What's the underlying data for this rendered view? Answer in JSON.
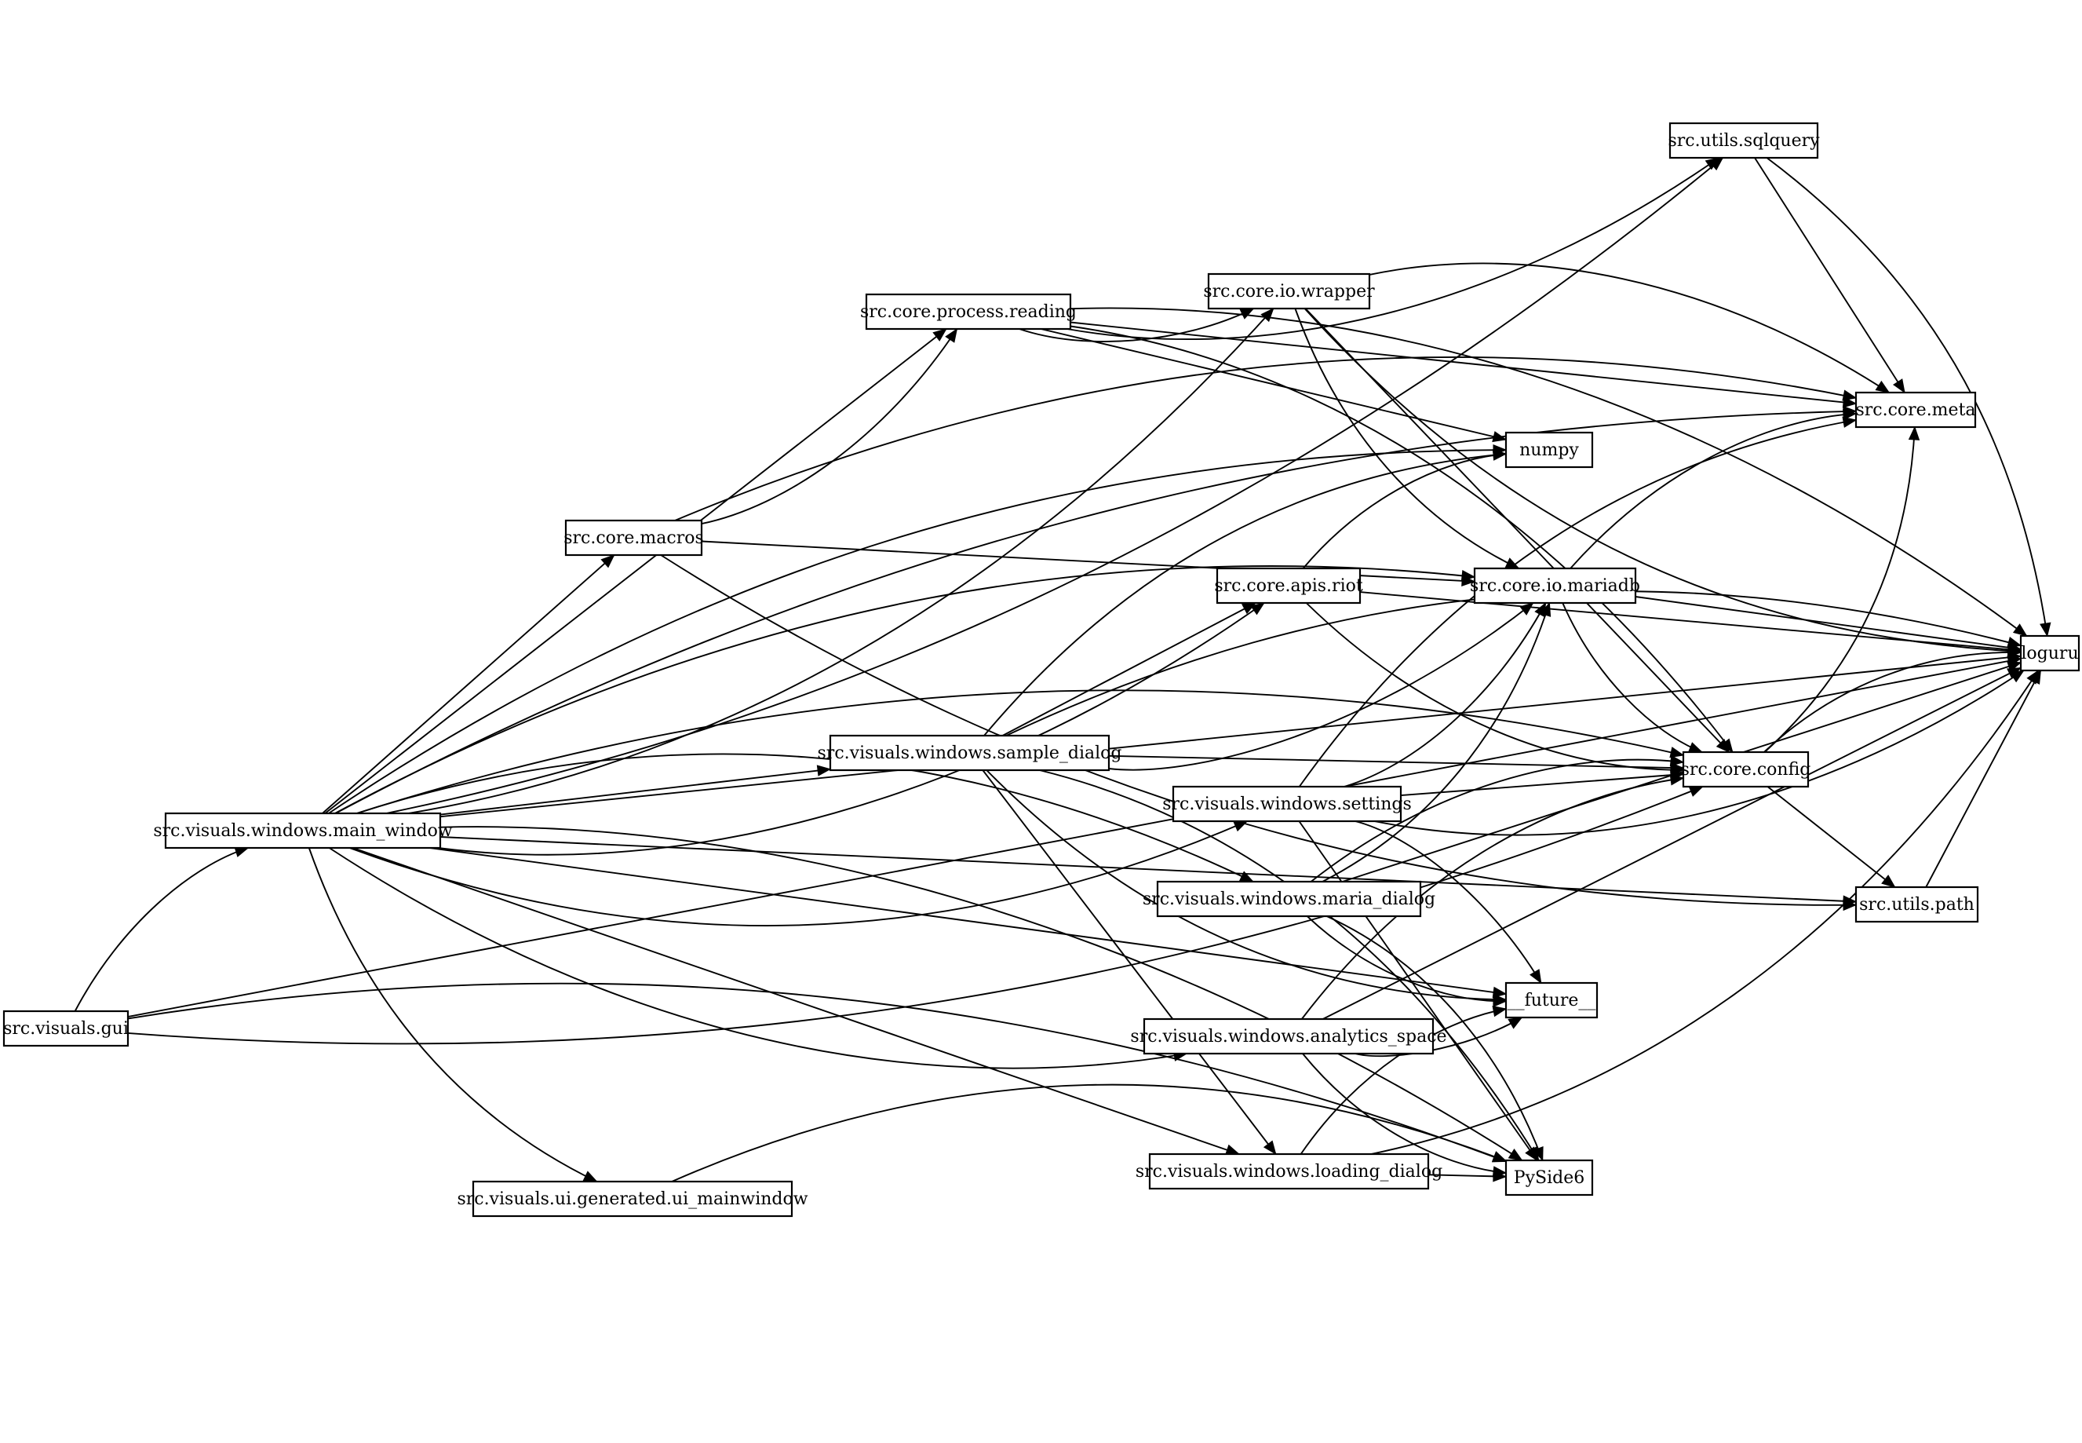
{
  "diagram": {
    "type": "directed-graph",
    "colors": {
      "background": "#ffffff",
      "stroke": "#000000",
      "text": "#000000"
    },
    "nodes": [
      {
        "id": "gui",
        "label": "src.visuals.gui"
      },
      {
        "id": "main_window",
        "label": "src.visuals.windows.main_window"
      },
      {
        "id": "process_reading",
        "label": "src.core.process.reading"
      },
      {
        "id": "io_wrapper",
        "label": "src.core.io.wrapper"
      },
      {
        "id": "sqlquery",
        "label": "src.utils.sqlquery"
      },
      {
        "id": "meta",
        "label": "src.core.meta"
      },
      {
        "id": "numpy",
        "label": "numpy"
      },
      {
        "id": "macros",
        "label": "src.core.macros"
      },
      {
        "id": "apis_riot",
        "label": "src.core.apis.riot"
      },
      {
        "id": "mariadb",
        "label": "src.core.io.mariadb"
      },
      {
        "id": "loguru",
        "label": "loguru"
      },
      {
        "id": "sample_dialog",
        "label": "src.visuals.windows.sample_dialog"
      },
      {
        "id": "config",
        "label": "src.core.config"
      },
      {
        "id": "settings",
        "label": "src.visuals.windows.settings"
      },
      {
        "id": "maria_dialog",
        "label": "src.visuals.windows.maria_dialog"
      },
      {
        "id": "utils_path",
        "label": "src.utils.path"
      },
      {
        "id": "future",
        "label": "__future__"
      },
      {
        "id": "analytics_space",
        "label": "src.visuals.windows.analytics_space"
      },
      {
        "id": "loading_dialog",
        "label": "src.visuals.windows.loading_dialog"
      },
      {
        "id": "pyside6",
        "label": "PySide6"
      },
      {
        "id": "ui_mainwindow",
        "label": "src.visuals.ui.generated.ui_mainwindow"
      }
    ],
    "edges": [
      {
        "from": "gui",
        "to": "main_window"
      },
      {
        "from": "gui",
        "to": "loguru"
      },
      {
        "from": "gui",
        "to": "config"
      },
      {
        "from": "gui",
        "to": "pyside6"
      },
      {
        "from": "main_window",
        "to": "loguru"
      },
      {
        "from": "main_window",
        "to": "sqlquery"
      },
      {
        "from": "main_window",
        "to": "meta"
      },
      {
        "from": "main_window",
        "to": "process_reading"
      },
      {
        "from": "main_window",
        "to": "io_wrapper"
      },
      {
        "from": "main_window",
        "to": "numpy"
      },
      {
        "from": "main_window",
        "to": "macros"
      },
      {
        "from": "main_window",
        "to": "apis_riot"
      },
      {
        "from": "main_window",
        "to": "mariadb"
      },
      {
        "from": "main_window",
        "to": "sample_dialog"
      },
      {
        "from": "main_window",
        "to": "settings"
      },
      {
        "from": "main_window",
        "to": "maria_dialog"
      },
      {
        "from": "main_window",
        "to": "future"
      },
      {
        "from": "main_window",
        "to": "analytics_space"
      },
      {
        "from": "main_window",
        "to": "config"
      },
      {
        "from": "main_window",
        "to": "loading_dialog"
      },
      {
        "from": "main_window",
        "to": "ui_mainwindow"
      },
      {
        "from": "main_window",
        "to": "pyside6"
      },
      {
        "from": "main_window",
        "to": "utils_path"
      },
      {
        "from": "process_reading",
        "to": "sqlquery"
      },
      {
        "from": "process_reading",
        "to": "loguru"
      },
      {
        "from": "process_reading",
        "to": "meta"
      },
      {
        "from": "process_reading",
        "to": "io_wrapper"
      },
      {
        "from": "process_reading",
        "to": "config"
      },
      {
        "from": "process_reading",
        "to": "numpy"
      },
      {
        "from": "io_wrapper",
        "to": "loguru"
      },
      {
        "from": "io_wrapper",
        "to": "meta"
      },
      {
        "from": "io_wrapper",
        "to": "config"
      },
      {
        "from": "io_wrapper",
        "to": "mariadb"
      },
      {
        "from": "sqlquery",
        "to": "loguru"
      },
      {
        "from": "sqlquery",
        "to": "meta"
      },
      {
        "from": "macros",
        "to": "process_reading"
      },
      {
        "from": "macros",
        "to": "meta"
      },
      {
        "from": "macros",
        "to": "mariadb"
      },
      {
        "from": "macros",
        "to": "utils_path"
      },
      {
        "from": "apis_riot",
        "to": "numpy"
      },
      {
        "from": "apis_riot",
        "to": "loguru"
      },
      {
        "from": "apis_riot",
        "to": "config"
      },
      {
        "from": "mariadb",
        "to": "meta"
      },
      {
        "from": "mariadb",
        "to": "loguru"
      },
      {
        "from": "mariadb",
        "to": "config"
      },
      {
        "from": "sample_dialog",
        "to": "numpy"
      },
      {
        "from": "sample_dialog",
        "to": "apis_riot"
      },
      {
        "from": "sample_dialog",
        "to": "mariadb"
      },
      {
        "from": "sample_dialog",
        "to": "loguru"
      },
      {
        "from": "sample_dialog",
        "to": "config"
      },
      {
        "from": "sample_dialog",
        "to": "future"
      },
      {
        "from": "sample_dialog",
        "to": "pyside6"
      },
      {
        "from": "sample_dialog",
        "to": "loading_dialog"
      },
      {
        "from": "config",
        "to": "meta"
      },
      {
        "from": "config",
        "to": "loguru"
      },
      {
        "from": "config",
        "to": "utils_path"
      },
      {
        "from": "settings",
        "to": "mariadb"
      },
      {
        "from": "settings",
        "to": "meta"
      },
      {
        "from": "settings",
        "to": "config"
      },
      {
        "from": "settings",
        "to": "loguru"
      },
      {
        "from": "settings",
        "to": "future"
      },
      {
        "from": "settings",
        "to": "pyside6"
      },
      {
        "from": "maria_dialog",
        "to": "mariadb"
      },
      {
        "from": "maria_dialog",
        "to": "config"
      },
      {
        "from": "maria_dialog",
        "to": "loguru"
      },
      {
        "from": "maria_dialog",
        "to": "future"
      },
      {
        "from": "maria_dialog",
        "to": "pyside6"
      },
      {
        "from": "utils_path",
        "to": "loguru"
      },
      {
        "from": "analytics_space",
        "to": "future"
      },
      {
        "from": "analytics_space",
        "to": "config"
      },
      {
        "from": "analytics_space",
        "to": "loguru"
      },
      {
        "from": "analytics_space",
        "to": "pyside6"
      },
      {
        "from": "loading_dialog",
        "to": "future"
      },
      {
        "from": "loading_dialog",
        "to": "pyside6"
      },
      {
        "from": "loading_dialog",
        "to": "loguru"
      },
      {
        "from": "ui_mainwindow",
        "to": "pyside6"
      }
    ]
  }
}
